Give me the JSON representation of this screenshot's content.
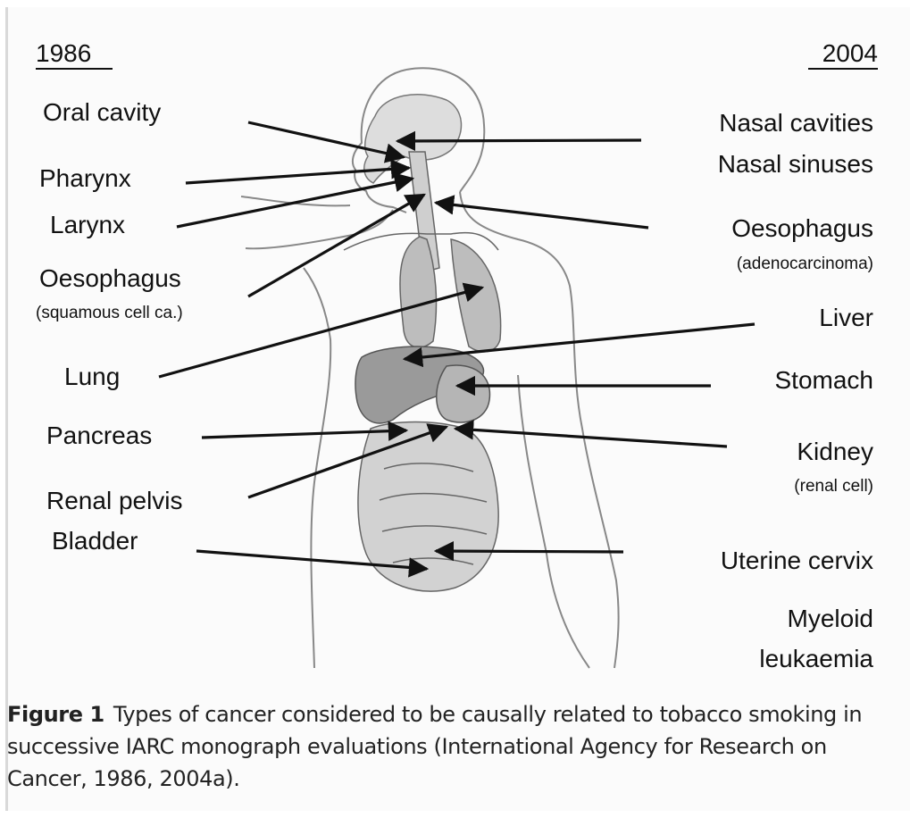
{
  "years": {
    "left": "1986",
    "right": "2004"
  },
  "left_labels": [
    {
      "key": "oral",
      "text": "Oral cavity"
    },
    {
      "key": "pharynx",
      "text": "Pharynx"
    },
    {
      "key": "larynx",
      "text": "Larynx"
    },
    {
      "key": "oesophagus_sq",
      "text": "Oesophagus",
      "sub": "(squamous cell ca.)"
    },
    {
      "key": "lung",
      "text": "Lung"
    },
    {
      "key": "pancreas",
      "text": "Pancreas"
    },
    {
      "key": "renal_pelvis",
      "text": "Renal pelvis"
    },
    {
      "key": "bladder",
      "text": "Bladder"
    }
  ],
  "right_labels": [
    {
      "key": "nasal_cav",
      "text": "Nasal cavities"
    },
    {
      "key": "nasal_sin",
      "text": "Nasal sinuses"
    },
    {
      "key": "oesophagus_ad",
      "text": "Oesophagus",
      "sub": "(adenocarcinoma)"
    },
    {
      "key": "liver",
      "text": "Liver"
    },
    {
      "key": "stomach",
      "text": "Stomach"
    },
    {
      "key": "kidney",
      "text": "Kidney",
      "sub": "(renal cell)"
    },
    {
      "key": "cervix",
      "text": "Uterine cervix"
    },
    {
      "key": "myeloid",
      "text": "Myeloid",
      "sub2": "leukaemia"
    }
  ],
  "caption": {
    "label": "Figure 1",
    "text": "Types of cancer considered to be causally related to tobacco smoking in successive IARC monograph evaluations (International Agency for Research on Cancer, 1986, 2004a)."
  },
  "colors": {
    "line": "#111111",
    "organ_fill": "#c9c9c9",
    "outline": "#777777"
  }
}
